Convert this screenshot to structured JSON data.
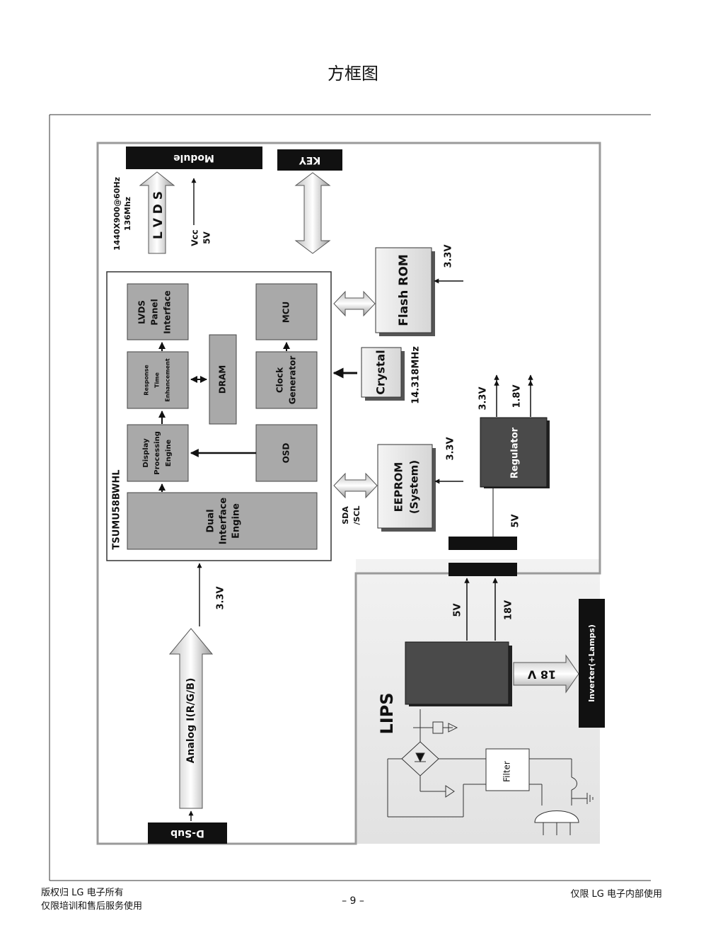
{
  "page": {
    "title": "方框图",
    "footer_left_line1": "版权归 LG 电子所有",
    "footer_left_line2": "仅限培训和售后服务使用",
    "footer_center": "– 9 –",
    "footer_right": "仅限 LG 电子内部使用"
  },
  "diagram": {
    "module_label": "Module",
    "key_label": "KEY",
    "lvds_bus": "L V D S",
    "resolution": "1440X900@60Hz",
    "freq": "136Mhz",
    "vcc": "Vcc",
    "vcc_5v": "5V",
    "chip_name": "TSUMU58BWHL",
    "block_lvds_1": "LVDS",
    "block_lvds_2": "Panel",
    "block_lvds_3": "Interface",
    "block_rte_1": "Response",
    "block_rte_2": "Time",
    "block_rte_3": "Enhancement",
    "block_dpe_1": "Display",
    "block_dpe_2": "Processing",
    "block_dpe_3": "Engine",
    "block_die_1": "Dual",
    "block_die_2": "Interface",
    "block_die_3": "Engine",
    "block_dram": "DRAM",
    "block_mcu": "MCU",
    "block_clock_1": "Clock",
    "block_clock_2": "Generator",
    "block_osd": "OSD",
    "flash_rom": "Flash ROM",
    "flash_v": "3.3V",
    "crystal": "Crystal",
    "crystal_freq": "14.318MHz",
    "eeprom_1": "EEPROM",
    "eeprom_2": "(System)",
    "eeprom_v": "3.3V",
    "sda": "SDA",
    "scl": "/SCL",
    "regulator": "Regulator",
    "reg_out1": "3.3V",
    "reg_out2": "1.8V",
    "reg_in": "5V",
    "analog_in": "Analog I(R/G/B)",
    "analog_v": "3.3V",
    "dsub": "D-Sub",
    "lips": "LIPS",
    "lips_5v": "5V",
    "lips_18v": "18V",
    "inverter_v": "18 V",
    "inverter": "Inverter(+Lamps)",
    "filter": "Filter"
  }
}
